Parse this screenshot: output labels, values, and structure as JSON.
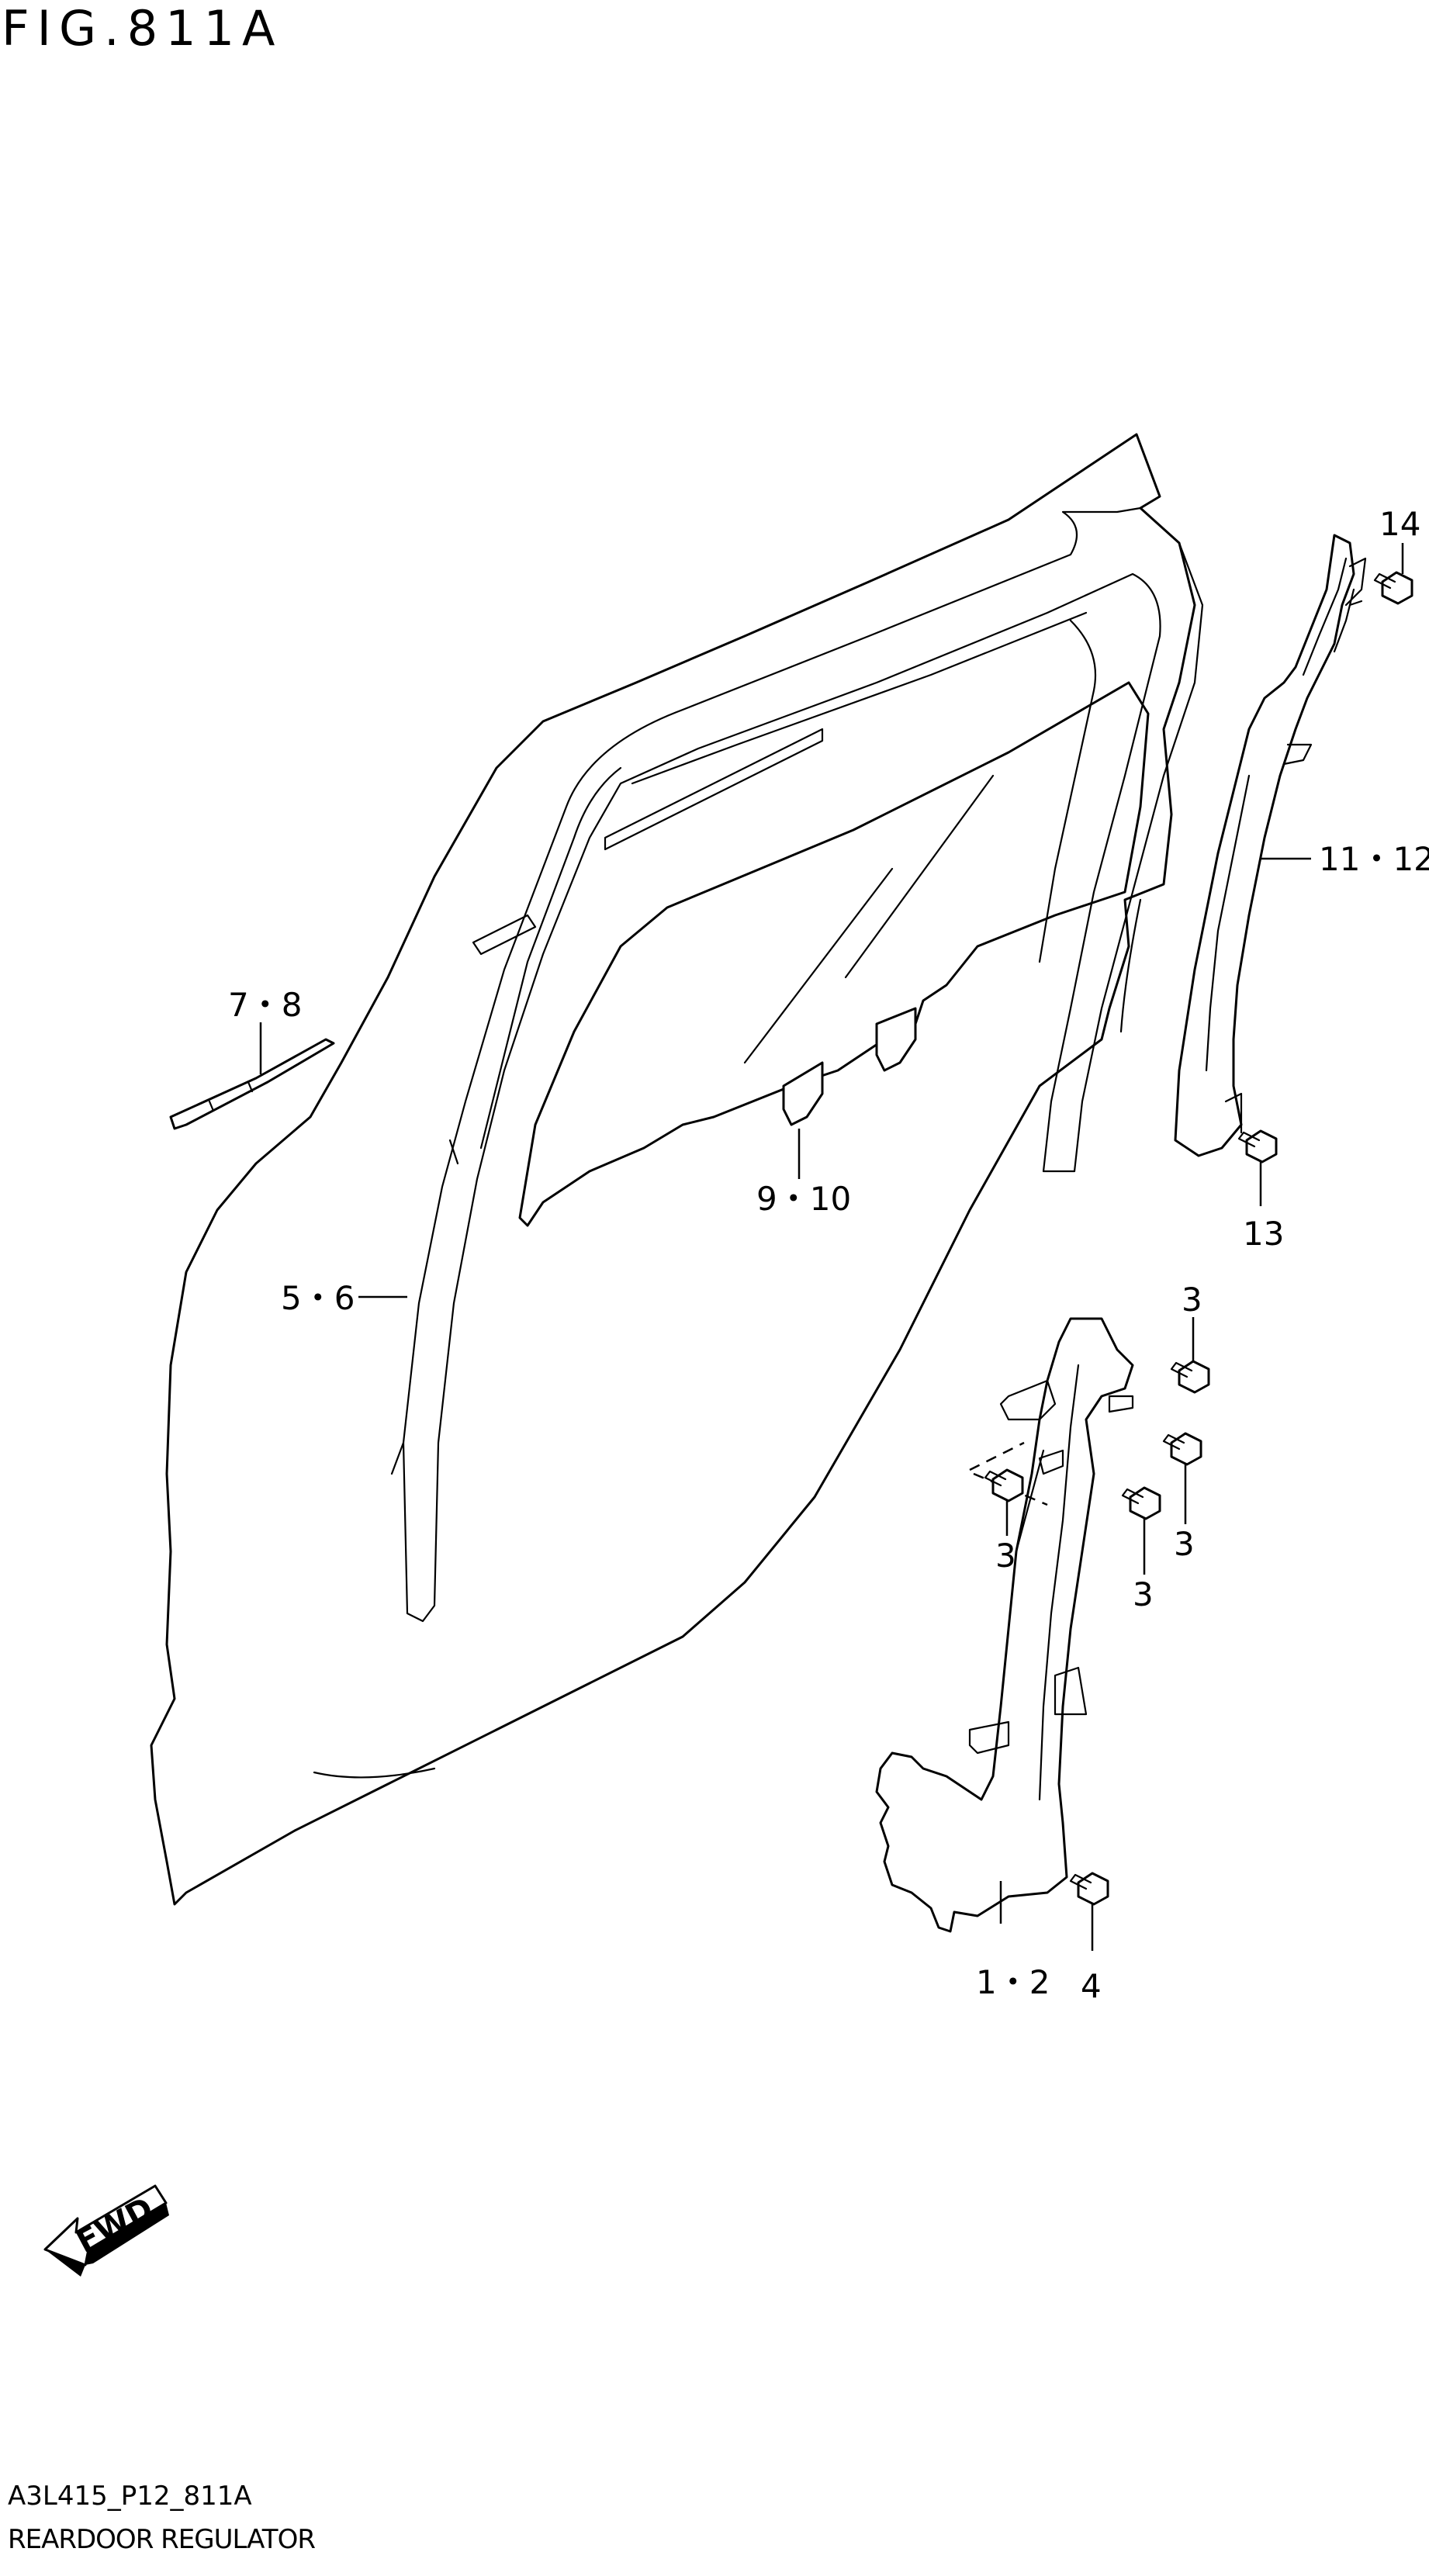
{
  "figure": {
    "title": "FIG.811A",
    "code": "A3L415_P12_811A",
    "name": "REARDOOR REGULATOR"
  },
  "callouts": [
    {
      "id": "c14",
      "label": "14"
    },
    {
      "id": "c11",
      "label": "11・12"
    },
    {
      "id": "c78",
      "label": "7・8"
    },
    {
      "id": "c910",
      "label": "9・10"
    },
    {
      "id": "c13",
      "label": "13"
    },
    {
      "id": "c56",
      "label": "5・6"
    },
    {
      "id": "c3a",
      "label": "3"
    },
    {
      "id": "c3b",
      "label": "3"
    },
    {
      "id": "c3c",
      "label": "3"
    },
    {
      "id": "c3d",
      "label": "3"
    },
    {
      "id": "c12",
      "label": "1・2"
    },
    {
      "id": "c4",
      "label": "4"
    }
  ],
  "fwd_badge": {
    "label": "FWD"
  }
}
